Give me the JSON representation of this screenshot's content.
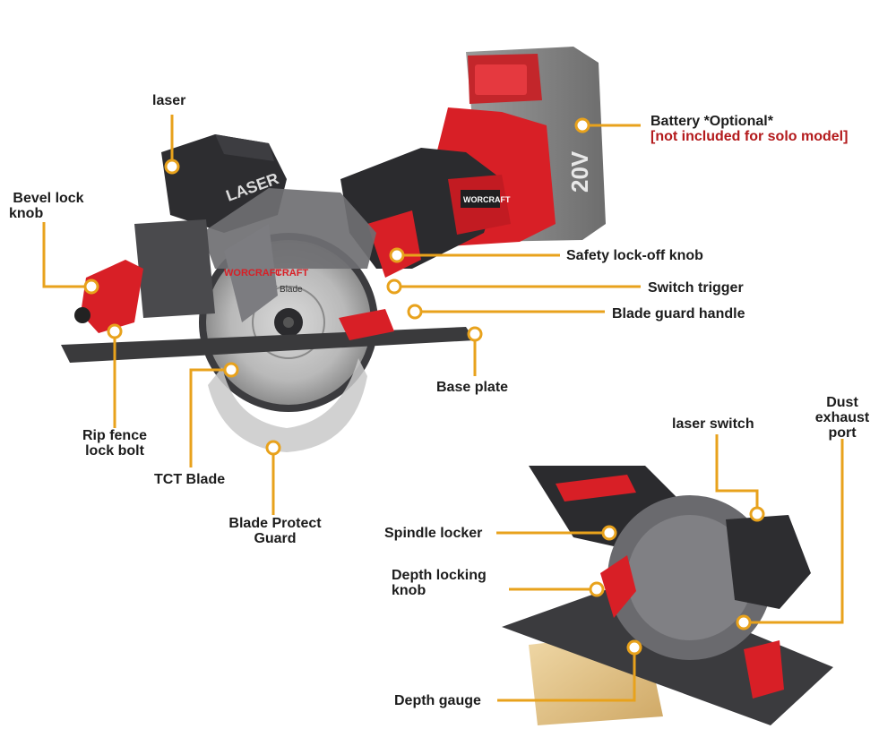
{
  "colors": {
    "callout": "#e8a21c",
    "tool_red": "#d81f26",
    "tool_dark": "#2b2b2e",
    "tool_gray": "#6f6f72",
    "battery_gray": "#8a8a8a",
    "note_red": "#b3191b",
    "wood": "#e6c98f"
  },
  "tool_markings": {
    "brand": "WORCRAFT",
    "laser_housing": "LASER",
    "blade_text": "TCT Blade",
    "battery_voltage": "20V"
  },
  "labels": {
    "laser": "laser",
    "bevel_lock_knob_1": "Bevel lock",
    "bevel_lock_knob_2": "knob",
    "battery": "Battery *Optional*",
    "battery_note": "[not included for solo model]",
    "safety_lock_off_knob": "Safety lock-off knob",
    "switch_trigger": "Switch trigger",
    "blade_guard_handle": "Blade guard handle",
    "base_plate": "Base plate",
    "rip_fence_1": "Rip fence",
    "rip_fence_2": "lock bolt",
    "tct_blade": "TCT Blade",
    "blade_protect_1": "Blade Protect",
    "blade_protect_2": "Guard",
    "laser_switch": "laser switch",
    "dust_1": "Dust",
    "dust_2": "exhaust",
    "dust_3": "port",
    "spindle_locker": "Spindle locker",
    "depth_locking_1": "Depth locking",
    "depth_locking_2": "knob",
    "depth_gauge": "Depth gauge"
  }
}
